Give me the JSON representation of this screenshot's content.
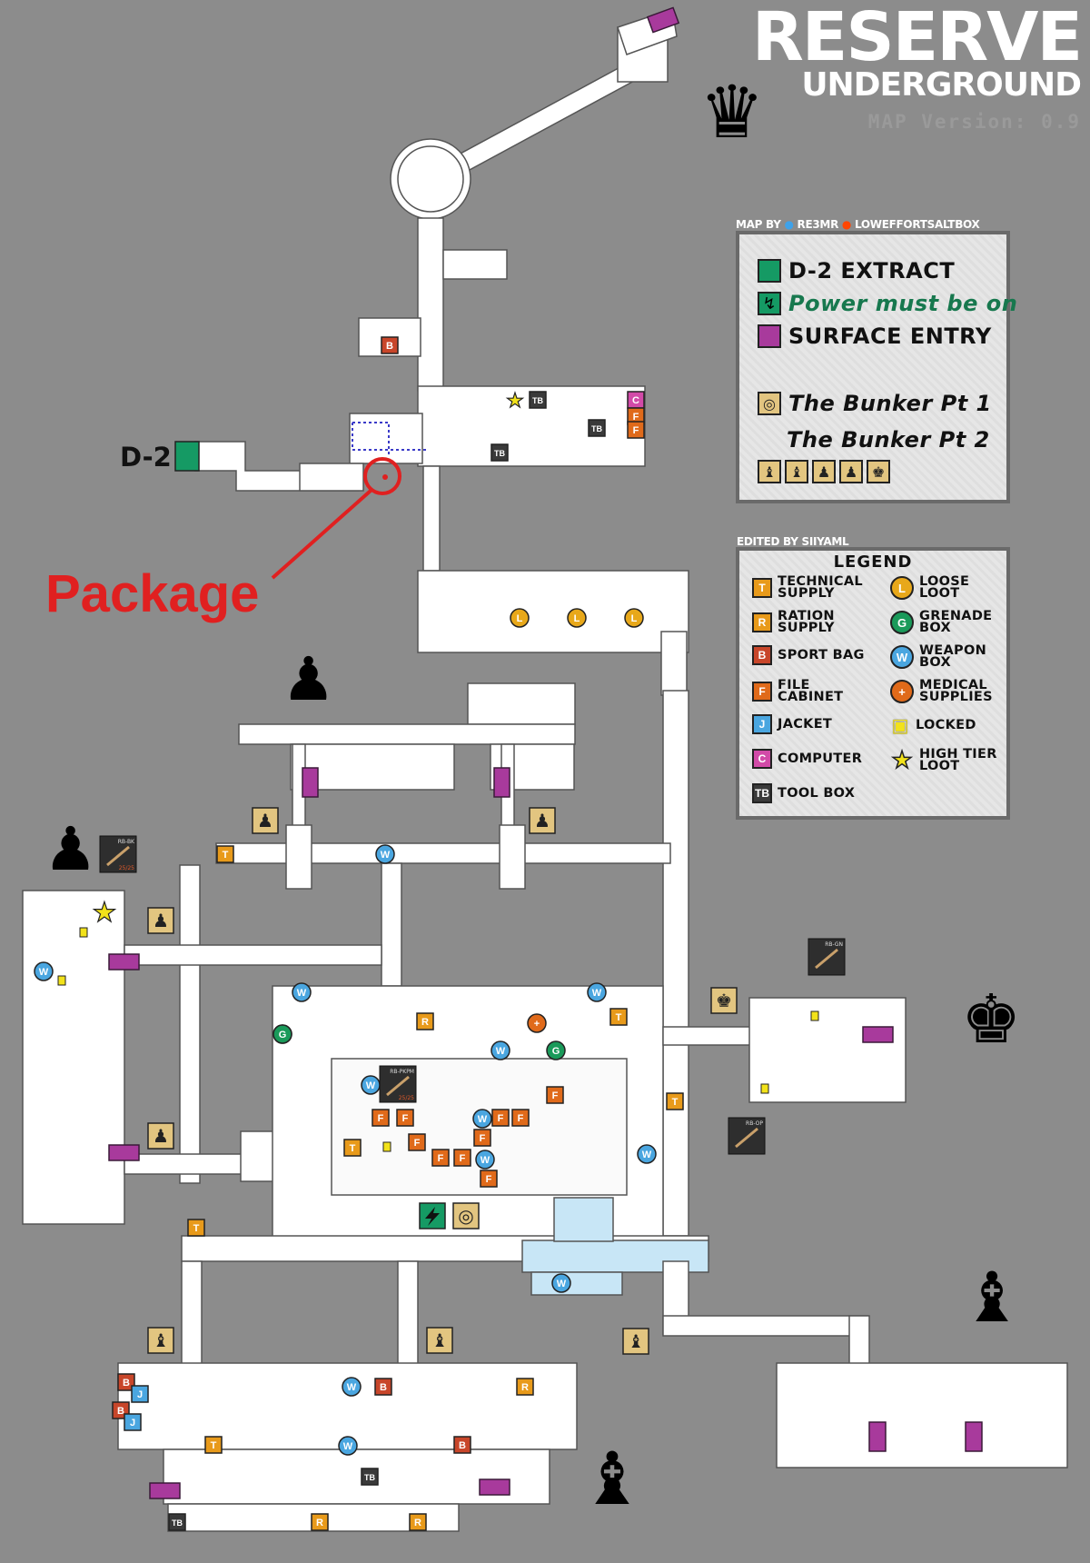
{
  "title": {
    "main": "RESERVE",
    "sub": "UNDERGROUND",
    "version": "MAP Version: 0.9"
  },
  "credits": {
    "map_by_prefix": "MAP BY",
    "map_by_twitter": "RE3MR",
    "map_by_reddit": "LOWEFFORTSALTBOX",
    "edited_by": "EDITED BY SIIYAML"
  },
  "key_panel": {
    "items": [
      {
        "label": "D-2 EXTRACT",
        "color": "#159a64",
        "icon": "extract-swatch"
      },
      {
        "label": "Power must be on",
        "color": "#159a64",
        "icon": "lightning-icon"
      },
      {
        "label": "SURFACE ENTRY",
        "color": "#a83a9c",
        "icon": "surface-swatch"
      },
      {
        "label": "The Bunker Pt 1",
        "color": "#e2c580",
        "icon": "bunker-pt1-icon"
      },
      {
        "label": "The Bunker Pt 2",
        "color": "#e2c580",
        "icon": "bunker-pt2-icons"
      }
    ]
  },
  "legend": {
    "title": "LEGEND",
    "items": [
      {
        "code": "T",
        "label": "TECHNICAL\nSUPPLY",
        "color": "#e89a1a",
        "shape": "square"
      },
      {
        "code": "L",
        "label": "LOOSE\nLOOT",
        "color": "#e8a81a",
        "shape": "circle"
      },
      {
        "code": "R",
        "label": "RATION\nSUPPLY",
        "color": "#e89a1a",
        "shape": "square"
      },
      {
        "code": "G",
        "label": "GRENADE\nBOX",
        "color": "#1a9a5a",
        "shape": "circle"
      },
      {
        "code": "B",
        "label": "SPORT BAG",
        "color": "#c8462a",
        "shape": "square"
      },
      {
        "code": "W",
        "label": "WEAPON\nBOX",
        "color": "#4aa6e0",
        "shape": "circle"
      },
      {
        "code": "F",
        "label": "FILE\nCABINET",
        "color": "#e06a1a",
        "shape": "square"
      },
      {
        "code": "+",
        "label": "MEDICAL\nSUPPLIES",
        "color": "#e06a1a",
        "shape": "circle"
      },
      {
        "code": "J",
        "label": "JACKET",
        "color": "#4aa6e0",
        "shape": "square"
      },
      {
        "code": "lock",
        "label": "LOCKED",
        "color": "#f2e21a",
        "shape": "lock"
      },
      {
        "code": "C",
        "label": "COMPUTER",
        "color": "#d24aa8",
        "shape": "square"
      },
      {
        "code": "star",
        "label": "HIGH TIER\nLOOT",
        "color": "#f2e21a",
        "shape": "star"
      },
      {
        "code": "TB",
        "label": "TOOL BOX",
        "color": "#3a3a3a",
        "shape": "square"
      }
    ]
  },
  "map_labels": {
    "extract": "D-2",
    "package": "Package"
  },
  "marker_glyphs": {
    "tech": "T",
    "ration": "R",
    "bag": "B",
    "file": "F",
    "jacket": "J",
    "computer": "C",
    "toolbox": "TB",
    "loose": "L",
    "grenade": "G",
    "weapon": "W",
    "medical": "+"
  },
  "key_cards": [
    {
      "label": "RB-BK",
      "count": "25/25"
    },
    {
      "label": "RB-PKPM",
      "count": "25/25"
    },
    {
      "label": "RB-GN",
      "count": ""
    },
    {
      "label": "RB-OP",
      "count": ""
    }
  ],
  "zone_icons": [
    "king-icon",
    "pawn-icon",
    "pawn-icon",
    "queen-icon",
    "bishop-icon",
    "bishop-icon"
  ],
  "colors": {
    "background": "#8c8c8c",
    "floor": "#ffffff",
    "extract": "#159a64",
    "surface_entry": "#a83a9c",
    "package": "#e02020",
    "water": "#c8e6f6"
  }
}
